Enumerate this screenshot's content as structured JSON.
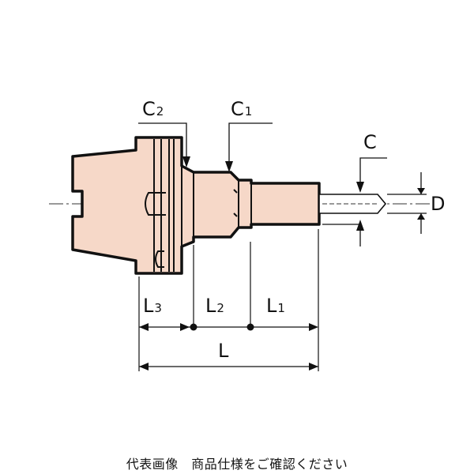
{
  "diagram": {
    "labels": {
      "c2": {
        "main": "C",
        "sub": "2"
      },
      "c1": {
        "main": "C",
        "sub": "1"
      },
      "c": {
        "main": "C"
      },
      "d": {
        "main": "D"
      },
      "l3": {
        "main": "L",
        "sub": "3"
      },
      "l2": {
        "main": "L",
        "sub": "2"
      },
      "l1": {
        "main": "L",
        "sub": "1"
      },
      "l": {
        "main": "L"
      }
    },
    "colors": {
      "body_fill": "#f6d8c8",
      "outline": "#111111",
      "background": "#ffffff"
    }
  },
  "caption": "代表画像　商品仕様をご確認ください"
}
